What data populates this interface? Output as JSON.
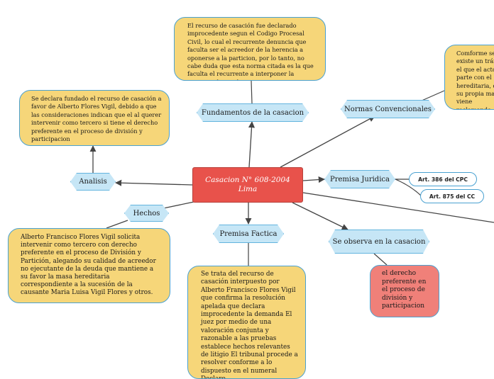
{
  "center": {
    "line1": "Casacion N° 608-2004",
    "line2": "Lima"
  },
  "topics": {
    "fundamentos": "Fundamentos de la casacion",
    "normas": "Normas Convencionales",
    "analisis": "Analisis",
    "premisa_juridica": "Premisa Juridica",
    "hechos": "Hechos",
    "premisa_factica": "Premisa Factica",
    "observa": "Se observa en la casacion"
  },
  "notes": {
    "fundamentos": "El recurso de casación fue declarado improcedente segun el Codigo Procesal Civil, lo cual el recurrente denuncia que faculta ser el acreedor de la herencia a oponerse a la particion, por lo tanto, no cabe duda que esta norma citada es la que faculta el recurrente a interponer la presente demanda.",
    "normas": "Comforme se existe un trámite el que el actor es parte con el hereditaria, dado su propia masa viene reclamando",
    "analisis": "Se declara fundado el recurso de casación a favor de Alberto Flores Vigil, debido a que las consideraciones indican que el al querer intervenir como tercero si tiene el derecho preferente en el proceso de división y participacion",
    "hechos": "Alberto Francisco Flores Vigil solicita intervenir como tercero con derecho preferente en el proceso de División y Partición, alegando su calidad de acreedor no ejecutante de la deuda que mantiene a su favor la masa hereditaria correspondiente a la sucesión de la causante Maria Luisa Vigil Flores y otros.",
    "premisa_factica": "Se trata del recurso de casación interpuesto por Alberto Francisco Flores Vigil que confirma la resolución apelada que declara improcedente la demanda El juez por medio de una valoración conjunta y razonable a las pruebas establece hechos relevantes de litigio El tribunal procede a resolver conforme a lo dispuesto en el numeral Declaro",
    "observa": "el derecho preferente en el proceso de división y participacion"
  },
  "articles": [
    "Art. 386 del CPC",
    "Art. 875 del CC"
  ],
  "colors": {
    "center": "#e8524b",
    "topic": "#c6e6f6",
    "topic_border": "#63b4de",
    "note": "#f6d679",
    "note_border": "#4aa1d1",
    "red_note": "#f08079",
    "connector": "#444444"
  }
}
